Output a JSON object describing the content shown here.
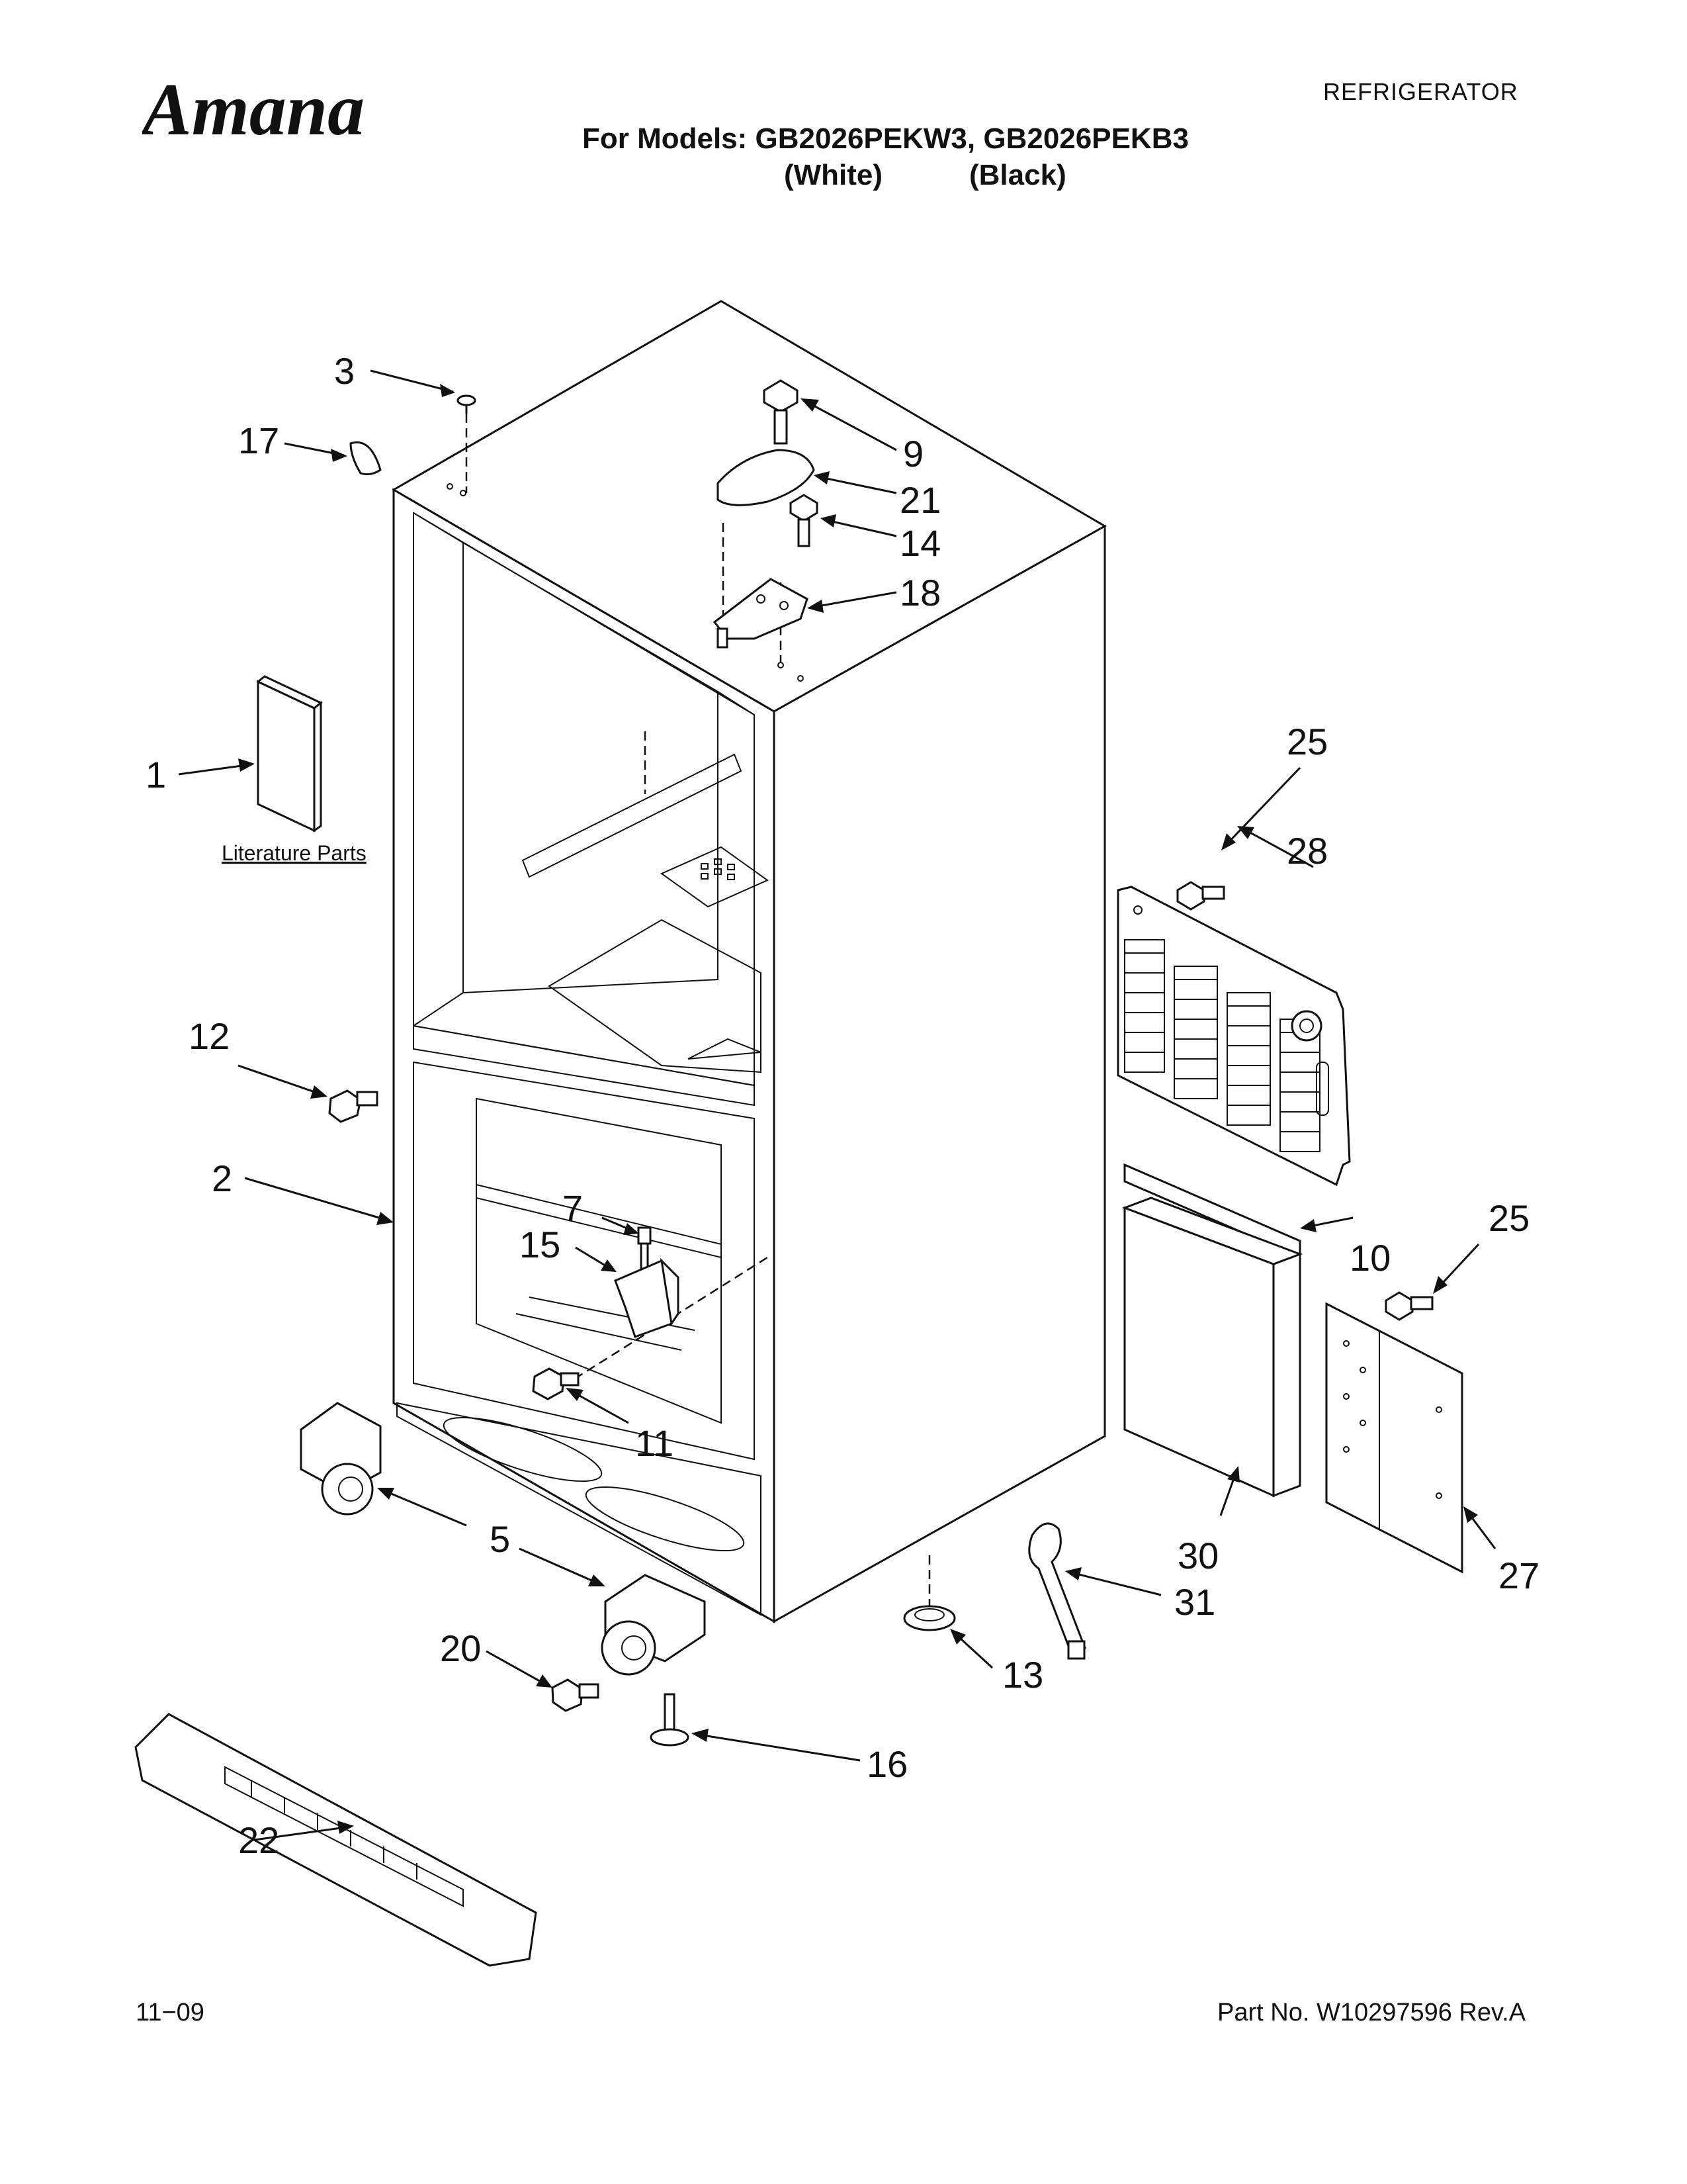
{
  "header": {
    "brand": "Amana",
    "category": "REFRIGERATOR",
    "models_line": "For Models: GB2026PEKW3, GB2026PEKB3",
    "variant_white": "(White)",
    "variant_black": "(Black)"
  },
  "diagram": {
    "literature_label": "Literature Parts",
    "callouts": {
      "c1": "1",
      "c2": "2",
      "c3": "3",
      "c5": "5",
      "c7": "7",
      "c9": "9",
      "c10": "10",
      "c11": "11",
      "c12": "12",
      "c13": "13",
      "c14": "14",
      "c15": "15",
      "c16": "16",
      "c17": "17",
      "c18": "18",
      "c20": "20",
      "c21": "21",
      "c22": "22",
      "c25a": "25",
      "c25b": "25",
      "c27": "27",
      "c28": "28",
      "c30": "30",
      "c31": "31"
    }
  },
  "footer": {
    "date": "11−09",
    "part_number": "Part No. W10297596 Rev.A"
  }
}
